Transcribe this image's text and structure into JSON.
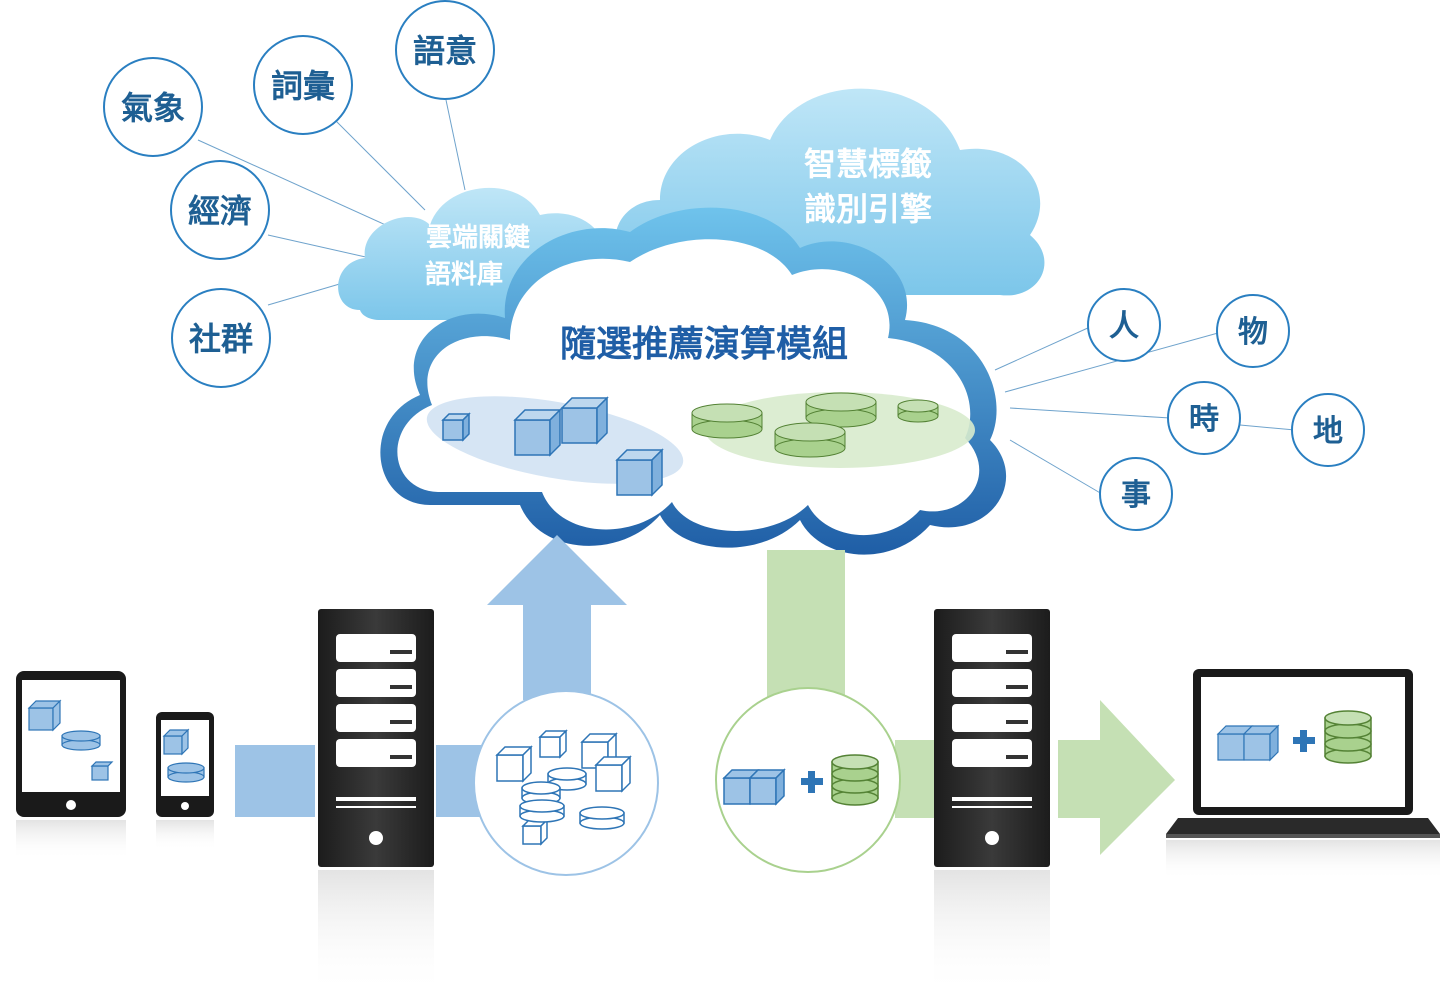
{
  "left_cloud": {
    "line1": "雲端關鍵",
    "line2": "語料庫"
  },
  "right_cloud": {
    "line1": "智慧標籤",
    "line2": "識別引擎"
  },
  "main_cloud": {
    "title": "隨選推薦演算模組"
  },
  "left_topics": [
    {
      "id": "weather",
      "label": "氣象"
    },
    {
      "id": "vocabulary",
      "label": "詞彙"
    },
    {
      "id": "semantics",
      "label": "語意"
    },
    {
      "id": "economy",
      "label": "經濟"
    },
    {
      "id": "social",
      "label": "社群"
    }
  ],
  "right_topics": [
    {
      "id": "person",
      "label": "人"
    },
    {
      "id": "object",
      "label": "物"
    },
    {
      "id": "time",
      "label": "時"
    },
    {
      "id": "place",
      "label": "地"
    },
    {
      "id": "event",
      "label": "事"
    }
  ],
  "colors": {
    "circle_stroke": "#2a7fc1",
    "topic_text": "#1e5f93",
    "cube_fill": "#9dc3e6",
    "cube_stroke": "#2e75b6",
    "disk_fill": "#a9d18e",
    "disk_stroke": "#548235",
    "arrow_blue": "#9dc3e6",
    "arrow_green": "#c5e0b4",
    "server_body": "#222222",
    "cloud_outline": "#2e75b6"
  }
}
